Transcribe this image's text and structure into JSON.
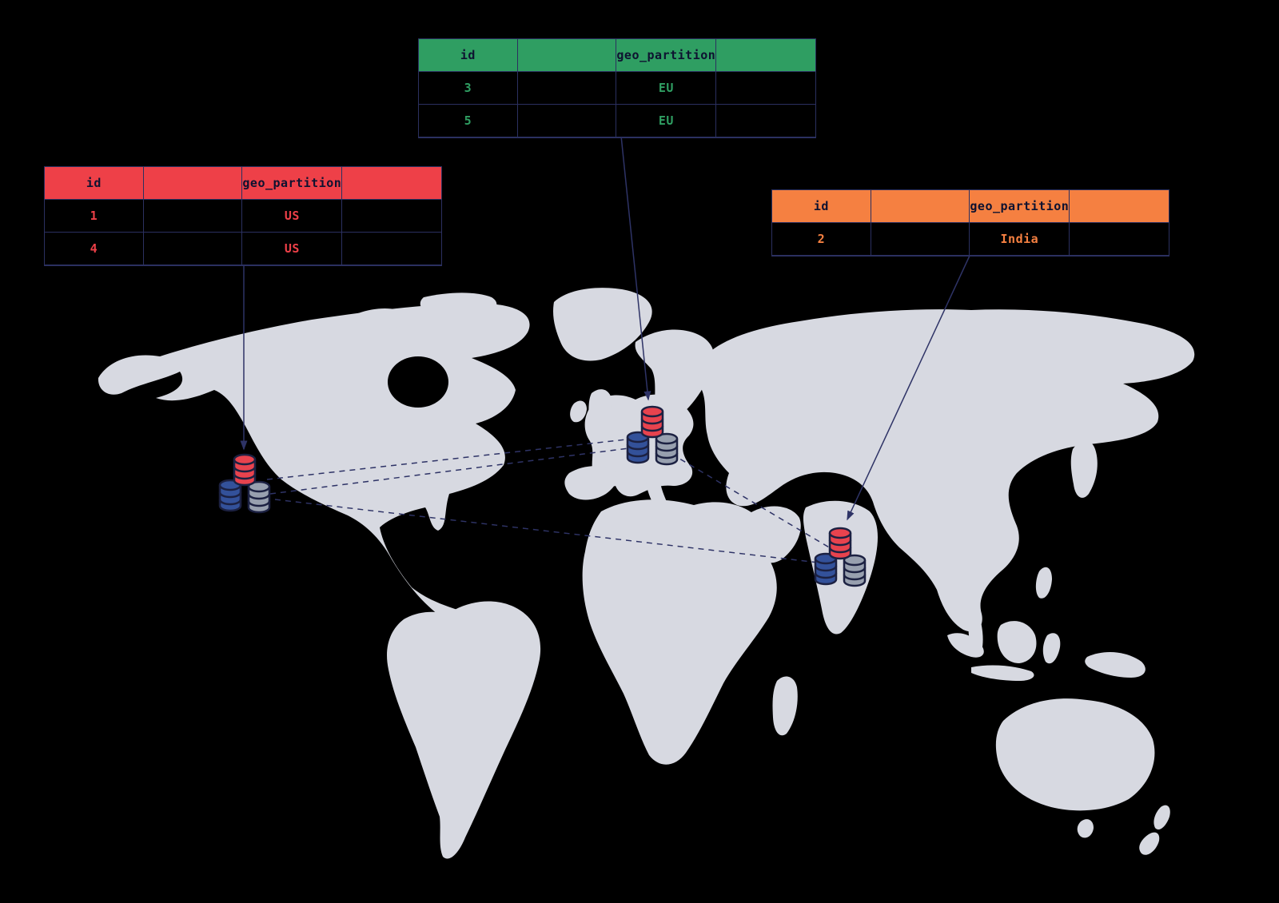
{
  "tables": {
    "eu": {
      "headers": [
        "id",
        "",
        "geo_partition",
        ""
      ],
      "rows": [
        [
          "3",
          "",
          "EU",
          ""
        ],
        [
          "5",
          "",
          "EU",
          ""
        ]
      ],
      "accent": "#2f9e62"
    },
    "us": {
      "headers": [
        "id",
        "",
        "geo_partition",
        ""
      ],
      "rows": [
        [
          "1",
          "",
          "US",
          ""
        ],
        [
          "4",
          "",
          "US",
          ""
        ]
      ],
      "accent": "#ee4048"
    },
    "india": {
      "headers": [
        "id",
        "",
        "geo_partition",
        ""
      ],
      "rows": [
        [
          "2",
          "",
          "India",
          ""
        ]
      ],
      "accent": "#f58041"
    }
  },
  "clusters": {
    "us": {
      "region": "US",
      "replica_icons": [
        "database-icon-red",
        "database-icon-blue",
        "database-icon-gray"
      ]
    },
    "eu": {
      "region": "EU",
      "replica_icons": [
        "database-icon-red",
        "database-icon-blue",
        "database-icon-gray"
      ]
    },
    "india": {
      "region": "India",
      "replica_icons": [
        "database-icon-red",
        "database-icon-blue",
        "database-icon-gray"
      ]
    }
  },
  "colors": {
    "background": "#000000",
    "map_land": "#d7d9e1",
    "connector_line": "#2e3366",
    "table_border": "#2b3060",
    "us_accent": "#ee4048",
    "eu_accent": "#2f9e62",
    "india_accent": "#f58041",
    "db_red": "#e8434e",
    "db_blue": "#33519a",
    "db_gray": "#98a0af"
  }
}
